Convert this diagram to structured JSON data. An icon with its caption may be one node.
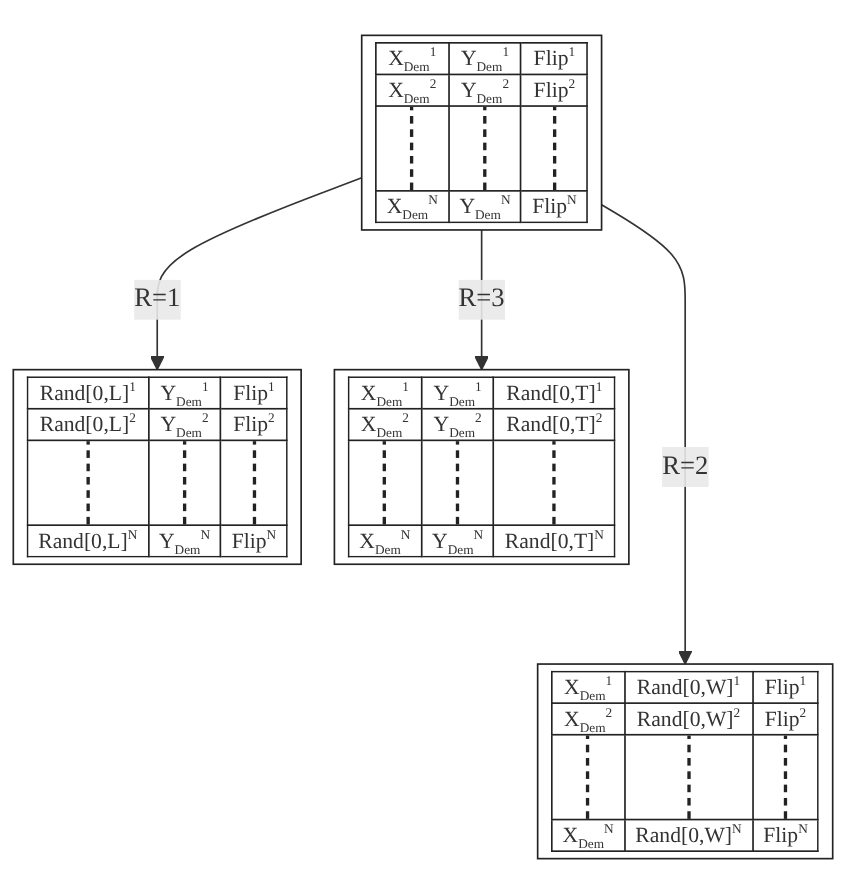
{
  "diagram": {
    "nodes": [
      {
        "text": [
          "X$_{Dem}$$^{1}$",
          "Y$_{Dem}$$^{1}$",
          "Flip$^{1}$",
          "X$_{Dem}$$^{2}$",
          "Y$_{Dem}$$^{2}$",
          "Flip$^{2}$",
          "X$_{Dem}$$^{N}$",
          "Y$_{Dem}$$^{N}$",
          "Flip$^{N}$"
        ]
      },
      {
        "text": [
          "Rand[0,L]$^{1}$",
          "Y$_{Dem}$$^{1}$",
          "Flip$^{1}$",
          "Rand[0,L]$^{2}$",
          "Y$_{Dem}$$^{2}$",
          "Flip$^{2}$",
          "Rand[0,L]$^{N}$",
          "Y$_{Dem}$$^{N}$",
          "Flip$^{N}$"
        ]
      },
      {
        "text": [
          "X$_{Dem}$$^{1}$",
          "Y$_{Dem}$$^{1}$",
          "Rand[0,T]$^{1}$",
          "X$_{Dem}$$^{2}$",
          "Y$_{Dem}$$^{2}$",
          "Rand[0,T]$^{2}$",
          "X$_{Dem}$$^{N}$",
          "Y$_{Dem}$$^{N}$",
          "Rand[0,T]$^{N}$"
        ]
      },
      {
        "text": [
          "X$_{Dem}$$^{1}$",
          "Rand[0,W]$^{1}$",
          "Flip$^{1}$",
          "X$_{Dem}$$^{2}$",
          "Rand[0,W]$^{2}$",
          "Flip$^{2}$",
          "X$_{Dem}$$^{N}$",
          "Rand[0,W]$^{N}$",
          "Flip$^{N}$"
        ]
      }
    ],
    "edges": [
      {
        "from": 0,
        "to": 1,
        "arrow": "to",
        "label": "R=1"
      },
      {
        "from": 0,
        "to": 3,
        "arrow": "to",
        "label": "R=2"
      },
      {
        "from": 0,
        "to": 2,
        "arrow": "to",
        "label": "R=3"
      }
    ]
  }
}
